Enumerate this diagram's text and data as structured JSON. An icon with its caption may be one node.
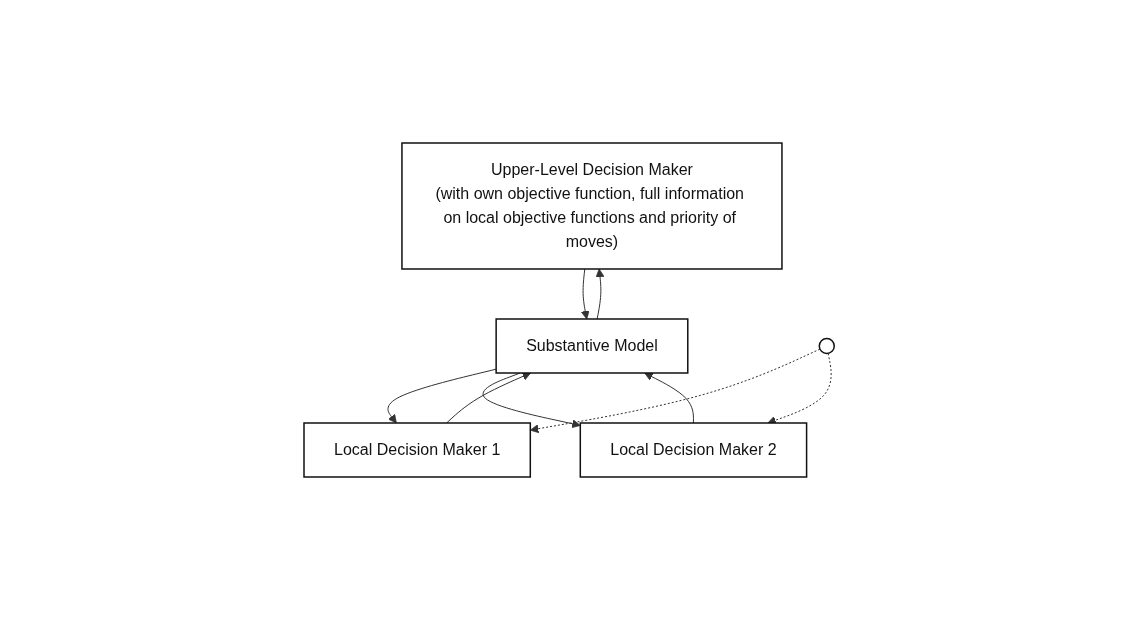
{
  "diagram": {
    "nodes": [
      {
        "text": [
          "Upper-Level Decision Maker",
          "(with own objective function, full information on local objective functions and priority of moves)"
        ]
      },
      {
        "text": [
          "Local Decision Maker 1"
        ]
      },
      {
        "text": [
          "Local Decision Maker 2"
        ]
      },
      {
        "text": [
          "Substantive Model"
        ]
      },
      {
        "text": [],
        "shape": "circle"
      }
    ],
    "edges": [
      {
        "from": 0,
        "to": 3,
        "arrow": "to"
      },
      {
        "from": 3,
        "to": 0,
        "arrow": "to"
      },
      {
        "from": 1,
        "to": 3,
        "arrow": "to"
      },
      {
        "from": 3,
        "to": 1,
        "arrow": "to"
      },
      {
        "from": 2,
        "to": 3,
        "arrow": "to"
      },
      {
        "from": 3,
        "to": 2,
        "arrow": "to"
      },
      {
        "from": 4,
        "to": 1,
        "arrow": "to",
        "style": "dashed"
      },
      {
        "from": 4,
        "to": 2,
        "arrow": "to",
        "style": "dashed"
      }
    ]
  }
}
